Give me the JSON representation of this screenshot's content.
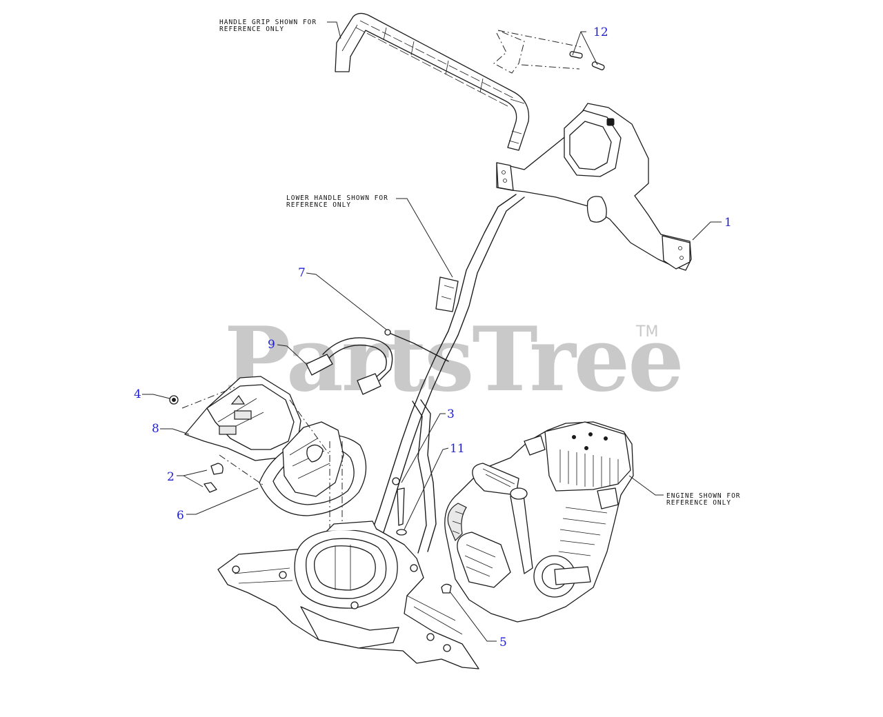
{
  "watermark": {
    "brand": "PartsTree",
    "trademark": "TM"
  },
  "notes": {
    "handle_grip": [
      "HANDLE GRIP SHOWN FOR",
      "REFERENCE ONLY"
    ],
    "lower_handle": [
      "LOWER HANDLE SHOWN FOR",
      "REFERENCE ONLY"
    ],
    "engine": [
      "ENGINE SHOWN FOR",
      "REFERENCE ONLY"
    ]
  },
  "callouts": {
    "c1": "1",
    "c2": "2",
    "c3": "3",
    "c4": "4",
    "c5": "5",
    "c6": "6",
    "c7": "7",
    "c8": "8",
    "c9": "9",
    "c11": "11",
    "c12": "12"
  },
  "colors": {
    "callout": "#1f1fd0",
    "line": "#1a1a1a",
    "watermark": "#c9c9c9"
  }
}
